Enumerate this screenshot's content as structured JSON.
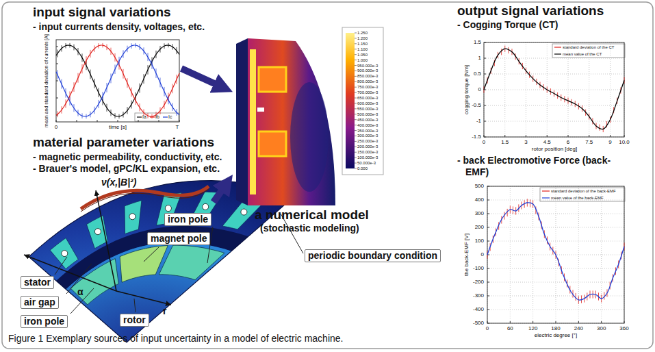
{
  "diagram": {
    "caption": "Figure 1 Exemplary sources of input uncertainty in a model of electric machine.",
    "nodes": [
      {
        "text": [
          "input signal variations",
          "- input currents density, voltages, etc."
        ]
      },
      {
        "text": [
          "material parameter variations",
          "- magnetic permeability, conductivity, etc.",
          "- Brauer's model, gPC/KL expansion, etc."
        ]
      },
      {
        "text": [
          "stator"
        ],
        "in": 1
      },
      {
        "text": [
          "air gap"
        ],
        "in": 1
      },
      {
        "text": [
          "iron pole"
        ],
        "in": 1
      },
      {
        "text": [
          "iron pole"
        ],
        "in": 1
      },
      {
        "text": [
          "magnet pole"
        ],
        "in": 1
      },
      {
        "text": [
          "rotor"
        ],
        "in": 1
      },
      {
        "text": [
          "periodic boundary condition"
        ]
      },
      {
        "text": [
          "a numerical model",
          "(stochastic modeling)"
        ]
      },
      {
        "text": [
          "output signal variations",
          "- Cogging Torque (CT)",
          "- back Electromotive Force (back-EMF)"
        ]
      }
    ],
    "edges": [
      {
        "from": 0,
        "to": 9,
        "arrow": "to"
      },
      {
        "from": 1,
        "to": 9,
        "arrow": "to"
      }
    ],
    "labels": [
      "mean and standard deviation of currents [A]",
      "0",
      "T",
      "time [s]",
      "ν(x,|B|²)",
      "α",
      "r",
      "1.250",
      "1.200",
      "1.150",
      "1.100",
      "1.050",
      "1.000",
      "950.000e-3",
      "900.000e-3",
      "850.000e-3",
      "800.000e-3",
      "750.000e-3",
      "700.000e-3",
      "650.000e-3",
      "600.000e-3",
      "550.000e-3",
      "500.000e-3",
      "450.000e-3",
      "400.000e-3",
      "350.000e-3",
      "300.000e-3",
      "250.000e-3",
      "200.000e-3",
      "150.000e-3",
      "100.000e-3",
      "50.000e-3",
      "0.000",
      "1.5",
      "1",
      "0.5",
      "0",
      "-0.5",
      "-1",
      "-1.5",
      "0",
      "1.5",
      "3",
      "4.5",
      "6",
      "7.5",
      "9",
      "10.0",
      "cogging torque [Nm]",
      "rotor position [deg]",
      "500",
      "400",
      "300",
      "200",
      "100",
      "0",
      "-100",
      "-200",
      "-300",
      "-400",
      "-500",
      "0",
      "60",
      "120",
      "180",
      "240",
      "300",
      "360",
      "the back-EMF [V]",
      "electric degree [°]"
    ],
    "legend": [
      {
        "text": "Ia"
      },
      {
        "text": "Ib"
      },
      {
        "text": "Ic"
      },
      {
        "text": "standard deviation of the CT"
      },
      {
        "text": "mean value of the CT"
      },
      {
        "text": "standard deviation of the back-EMF"
      },
      {
        "text": "mean value of the back-EMF"
      }
    ]
  }
}
